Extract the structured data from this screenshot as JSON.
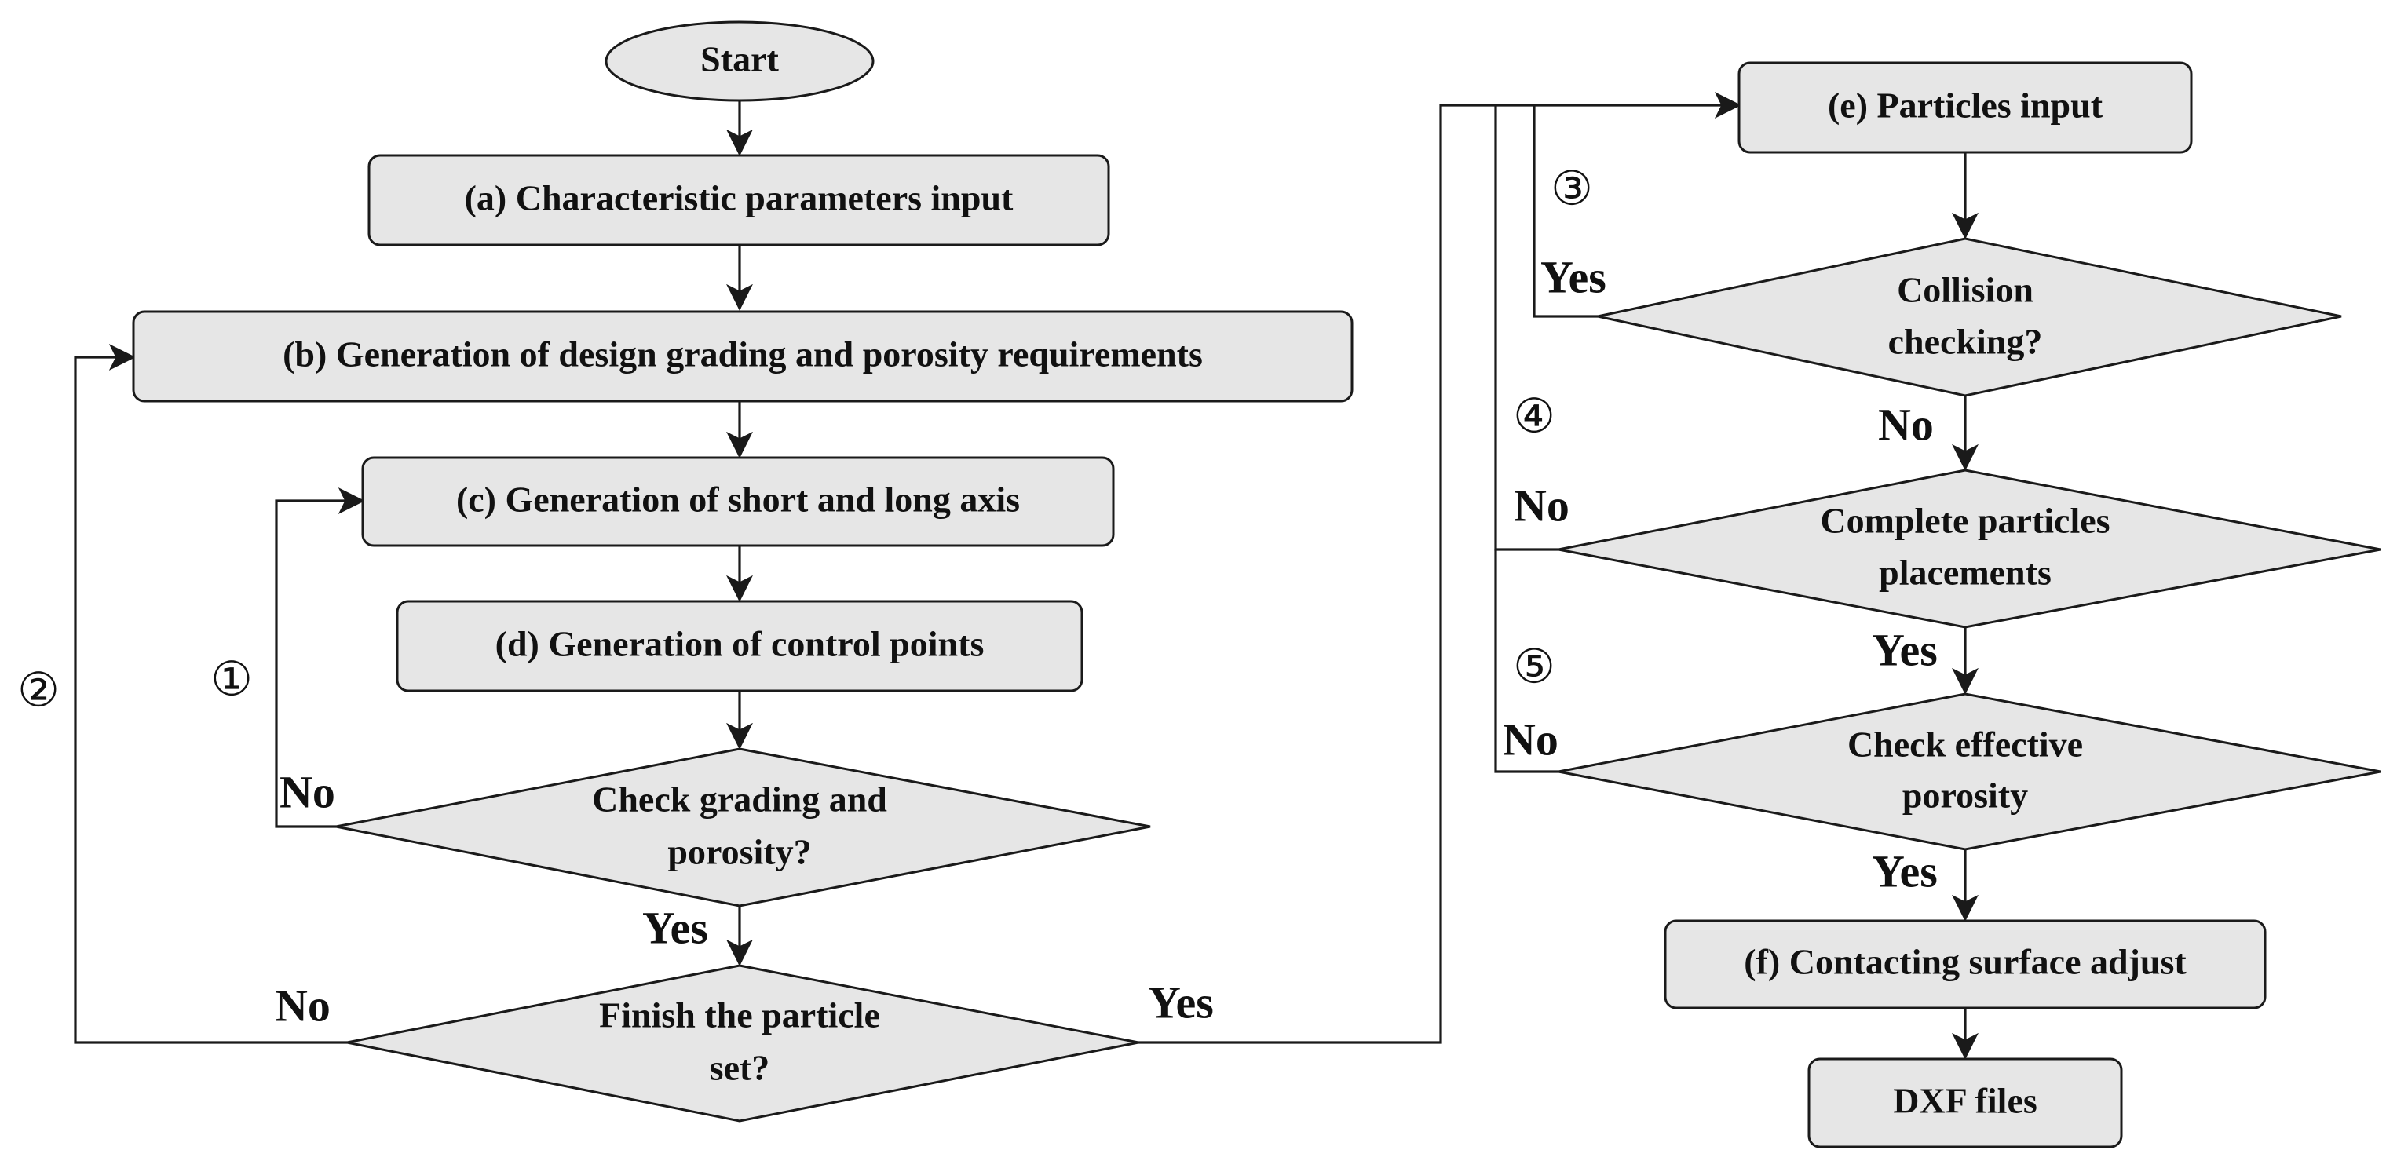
{
  "nodes": {
    "start": "Start",
    "a": "(a) Characteristic parameters input",
    "b": "(b) Generation of design grading and porosity requirements",
    "c": "(c) Generation of short and long axis",
    "d": "(d) Generation of control points",
    "check_grading": [
      "Check grading and",
      "porosity?"
    ],
    "finish": [
      "Finish the particle",
      "set?"
    ],
    "e": "(e) Particles input",
    "collision": [
      "Collision",
      "checking?"
    ],
    "complete": [
      "Complete particles",
      "placements"
    ],
    "effective": [
      "Check effective",
      "porosity"
    ],
    "f": "(f) Contacting surface adjust",
    "dxf": "DXF files"
  },
  "edge_labels": {
    "check_grading_no": "No",
    "check_grading_yes": "Yes",
    "finish_no": "No",
    "finish_yes": "Yes",
    "collision_yes": "Yes",
    "collision_no": "No",
    "complete_no": "No",
    "complete_yes": "Yes",
    "effective_no": "No",
    "effective_yes": "Yes"
  },
  "loop_markers": {
    "loop1": "①",
    "loop2": "②",
    "loop3": "③",
    "loop4": "④",
    "loop5": "⑤"
  }
}
